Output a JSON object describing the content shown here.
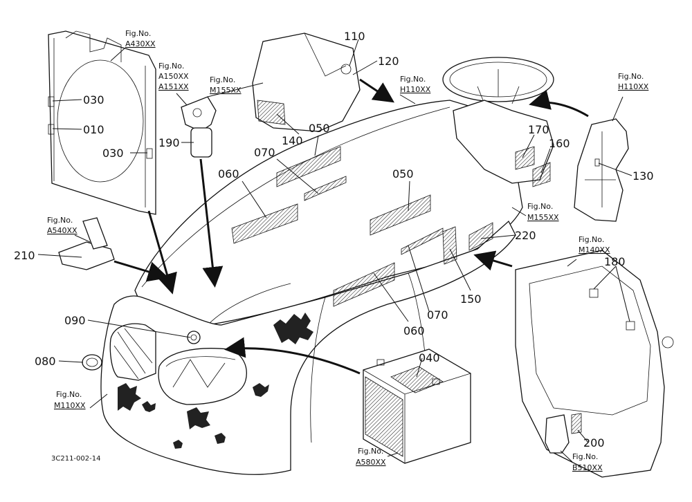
{
  "diagram_code": "3C211-002-14",
  "fig_prefix": "Fig.No.",
  "fig_refs": {
    "a430": "A430XX",
    "a150": "A150XX",
    "a151": "A151XX",
    "m155_top": "M155XX",
    "h110_wheel": "H110XX",
    "h110_panel": "H110XX",
    "m155_right": "M155XX",
    "a540": "A540XX",
    "m140": "M140XX",
    "m110": "M110XX",
    "a580": "A580XX",
    "b510": "B510XX"
  },
  "callouts": {
    "c110": "110",
    "c120": "120",
    "c030a": "030",
    "c010": "010",
    "c030b": "030",
    "c190": "190",
    "c140": "140",
    "c050a": "050",
    "c070a": "070",
    "c060a": "060",
    "c050b": "050",
    "c170": "170",
    "c160": "160",
    "c130": "130",
    "c220": "220",
    "c210": "210",
    "c150": "150",
    "c070b": "070",
    "c060b": "060",
    "c180": "180",
    "c090": "090",
    "c080": "080",
    "c040": "040",
    "c200": "200"
  }
}
